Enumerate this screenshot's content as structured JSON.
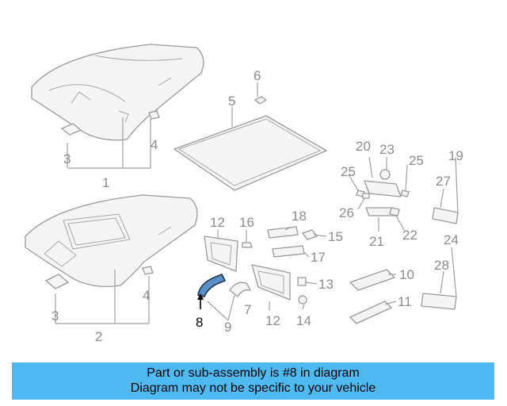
{
  "banner": {
    "line1": "Part or sub-assembly is #8 in diagram",
    "line2": "Diagram may not be specific to your vehicle"
  },
  "callouts": {
    "c1": "1",
    "c2": "2",
    "c3a": "3",
    "c3b": "3",
    "c4a": "4",
    "c4b": "4",
    "c5": "5",
    "c6": "6",
    "c7": "7",
    "c8": "8",
    "c9": "9",
    "c10": "10",
    "c11": "11",
    "c12a": "12",
    "c12b": "12",
    "c13": "13",
    "c14": "14",
    "c15": "15",
    "c16": "16",
    "c17": "17",
    "c18": "18",
    "c19": "19",
    "c20": "20",
    "c21": "21",
    "c22": "22",
    "c23": "23",
    "c24": "24",
    "c25a": "25",
    "c25b": "25",
    "c26": "26",
    "c27": "27",
    "c28": "28"
  },
  "highlight": {
    "part": "8",
    "color": "#5b8fc9"
  },
  "colors": {
    "banner": "#4fb9f2",
    "line": "#a0a0a0",
    "text": "#8c8c8c"
  }
}
